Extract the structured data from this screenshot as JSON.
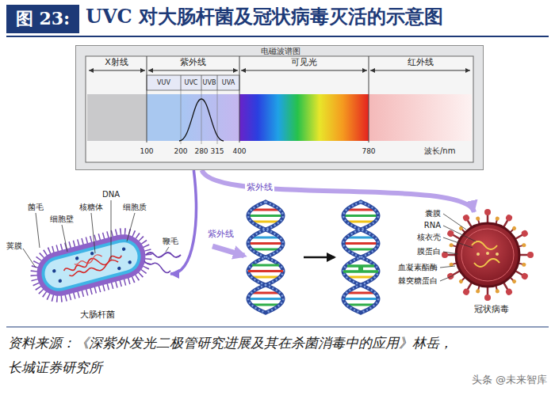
{
  "diagram": {
    "title": "UVC 对大肠杆菌及冠状病毒灭活的示意图",
    "caption": "资料来源：《深紫外发光二极管研究进展及其在杀菌消毒中的应用》林岳， 长城证券研究所",
    "nodes": [
      {
        "text": [
          "图 23:"
        ]
      },
      {
        "text": [
          "电磁波谱图"
        ]
      },
      {
        "text": [
          "大肠杆菌"
        ]
      },
      {
        "text": [
          "冠状病毒"
        ]
      }
    ],
    "edges": [
      {
        "from": 1,
        "to": 2,
        "arrow": "to"
      },
      {
        "from": 1,
        "to": 3,
        "arrow": "to",
        "label": "紫外线"
      }
    ],
    "labels": [
      "X射线",
      "紫外线",
      "可见光",
      "红外线",
      "VUV",
      "UVC",
      "UVB",
      "UVA",
      "100",
      "200",
      "280",
      "315",
      "400",
      "780",
      "波长/nm",
      "菌毛",
      "细胞壁",
      "核糖体",
      "DNA",
      "细胞质",
      "荚膜",
      "鞭毛",
      "紫外线",
      "囊膜",
      "RNA",
      "核衣壳",
      "膜蛋白",
      "血凝素酯酶",
      "棘突糖蛋白",
      "头条 @未来智库"
    ]
  }
}
